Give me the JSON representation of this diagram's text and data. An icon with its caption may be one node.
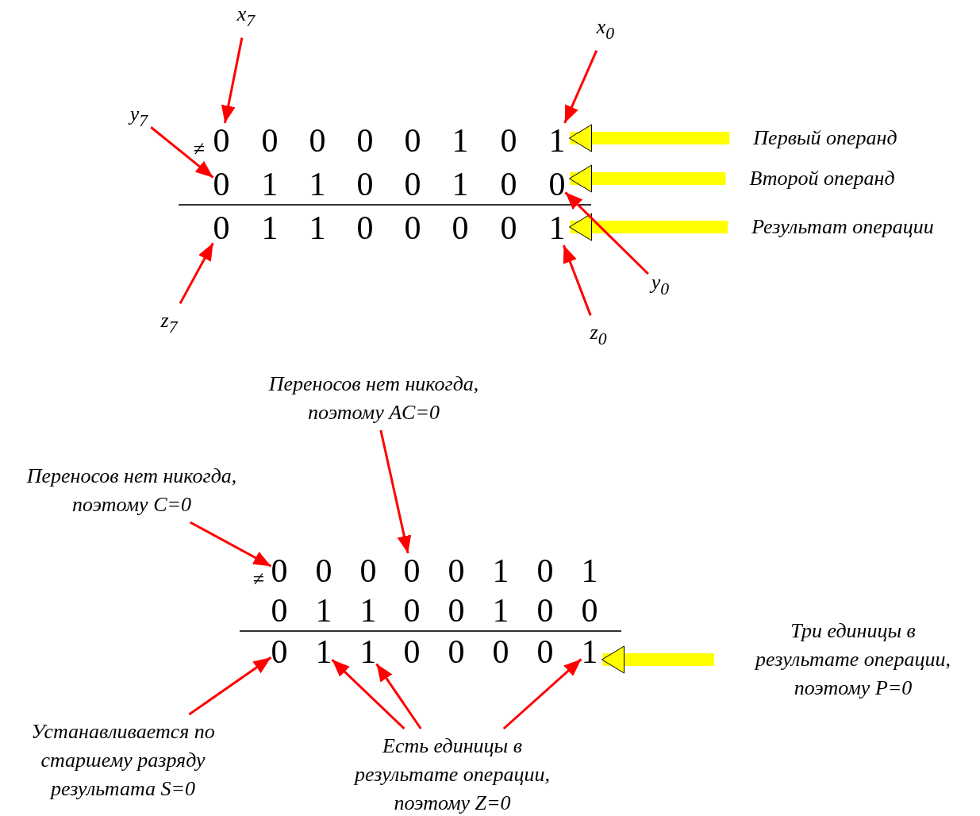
{
  "diagram": {
    "nodes": [
      {
        "text": [
          "x$_{7}$"
        ]
      },
      {
        "text": [
          "x$_{0}$"
        ]
      },
      {
        "text": [
          "y$_{7}$"
        ]
      },
      {
        "text": [
          "0"
        ]
      },
      {
        "text": [
          "0"
        ]
      },
      {
        "text": [
          "0"
        ]
      },
      {
        "text": [
          "0"
        ]
      },
      {
        "text": [
          "0"
        ]
      },
      {
        "text": [
          "1"
        ]
      },
      {
        "text": [
          "0"
        ]
      },
      {
        "text": [
          "1"
        ]
      },
      {
        "text": [
          "Первый операнд"
        ]
      },
      {
        "text": [
          "0"
        ]
      },
      {
        "text": [
          "1"
        ]
      },
      {
        "text": [
          "1"
        ]
      },
      {
        "text": [
          "0"
        ]
      },
      {
        "text": [
          "0"
        ]
      },
      {
        "text": [
          "1"
        ]
      },
      {
        "text": [
          "0"
        ]
      },
      {
        "text": [
          "0"
        ]
      },
      {
        "text": [
          "Второй операнд"
        ]
      },
      {
        "text": [
          "0"
        ]
      },
      {
        "text": [
          "1"
        ]
      },
      {
        "text": [
          "1"
        ]
      },
      {
        "text": [
          "0"
        ]
      },
      {
        "text": [
          "0"
        ]
      },
      {
        "text": [
          "0"
        ]
      },
      {
        "text": [
          "0"
        ]
      },
      {
        "text": [
          "1"
        ]
      },
      {
        "text": [
          "Результат операции"
        ]
      },
      {
        "text": [
          "y$_{0}$"
        ]
      },
      {
        "text": [
          "z$_{7}$"
        ]
      },
      {
        "text": [
          "z$_{0}$"
        ]
      },
      {
        "text": [
          "Переносов нет никогда, поэтому AC=0"
        ]
      },
      {
        "text": [
          "Переносов нет никогда, поэтому C=0"
        ]
      },
      {
        "text": [
          "0"
        ]
      },
      {
        "text": [
          "0"
        ]
      },
      {
        "text": [
          "0"
        ]
      },
      {
        "text": [
          "0"
        ]
      },
      {
        "text": [
          "0"
        ]
      },
      {
        "text": [
          "1"
        ]
      },
      {
        "text": [
          "0"
        ]
      },
      {
        "text": [
          "1"
        ]
      },
      {
        "text": [
          "0"
        ]
      },
      {
        "text": [
          "1"
        ]
      },
      {
        "text": [
          "1"
        ]
      },
      {
        "text": [
          "0"
        ]
      },
      {
        "text": [
          "0"
        ]
      },
      {
        "text": [
          "1"
        ]
      },
      {
        "text": [
          "0"
        ]
      },
      {
        "text": [
          "0"
        ]
      },
      {
        "text": [
          "0"
        ]
      },
      {
        "text": [
          "1"
        ]
      },
      {
        "text": [
          "1"
        ]
      },
      {
        "text": [
          "0"
        ]
      },
      {
        "text": [
          "0"
        ]
      },
      {
        "text": [
          "0"
        ]
      },
      {
        "text": [
          "0"
        ]
      },
      {
        "text": [
          "1"
        ]
      },
      {
        "text": [
          "Три единицы в результате операции, поэтому P=0"
        ]
      },
      {
        "text": [
          "Устанавливается по старшему разряду результата S=0"
        ]
      },
      {
        "text": [
          "Есть единицы в результате операции, поэтому Z=0"
        ]
      }
    ],
    "edges": [
      {
        "from": 0,
        "to": 3,
        "arrow": "to"
      },
      {
        "from": 1,
        "to": 10,
        "arrow": "to"
      },
      {
        "from": 2,
        "to": 12,
        "arrow": "to"
      },
      {
        "from": 11,
        "to": 10,
        "arrow": "to",
        "style": "thick",
        "color": "#ffff00"
      },
      {
        "from": 20,
        "to": 19,
        "arrow": "to",
        "style": "thick",
        "color": "#ffff00"
      },
      {
        "from": 29,
        "to": 28,
        "arrow": "to",
        "style": "thick",
        "color": "#ffff00"
      },
      {
        "from": 30,
        "to": 19,
        "arrow": "to"
      },
      {
        "from": 31,
        "to": 21,
        "arrow": "to"
      },
      {
        "from": 32,
        "to": 28,
        "arrow": "to"
      },
      {
        "from": 33,
        "to": 38,
        "arrow": "to"
      },
      {
        "from": 34,
        "to": 35,
        "arrow": "to"
      },
      {
        "from": 59,
        "to": 58,
        "arrow": "to",
        "style": "thick",
        "color": "#ffff00"
      },
      {
        "from": 60,
        "to": 51,
        "arrow": "to"
      },
      {
        "from": 61,
        "to": 52,
        "arrow": "to"
      },
      {
        "from": 61,
        "to": 53,
        "arrow": "to"
      },
      {
        "from": 61,
        "to": 58,
        "arrow": "to"
      }
    ],
    "labels": [
      "≠",
      "≠"
    ]
  }
}
